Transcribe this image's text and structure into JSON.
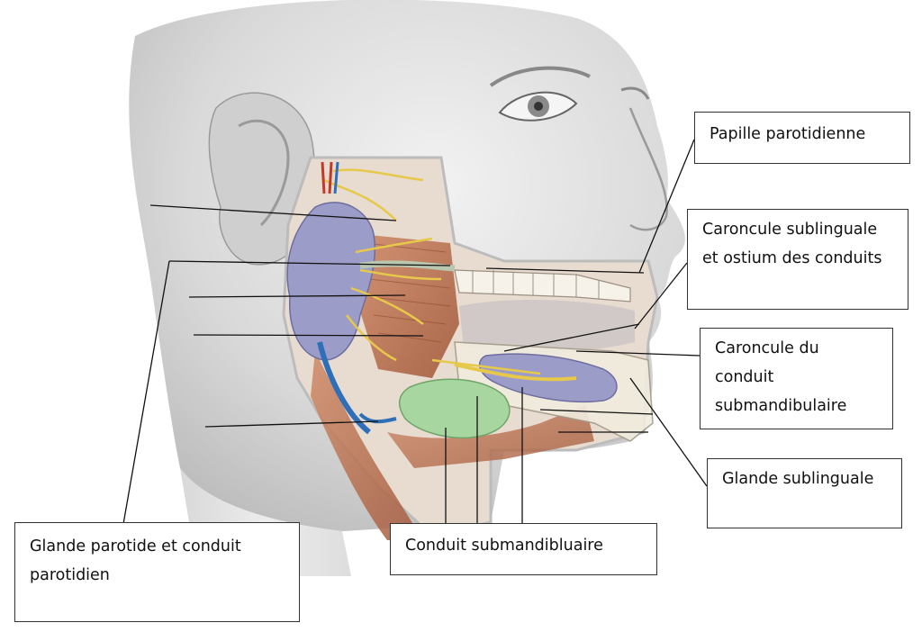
{
  "labels": {
    "papille": "Papille parotidienne",
    "caroncule_sublinguale": "Caroncule sublinguale et ostium des conduits",
    "caroncule_conduit": "Caroncule du conduit submandibulaire",
    "glande_sublinguale": "Glande sublinguale",
    "glande_parotide": "Glande parotide et conduit parotidien",
    "conduit_submandibulaire": "Conduit submandibluaire"
  },
  "colors": {
    "skin": "#d6d6d6",
    "muscle": "#b86b4a",
    "parotid_gland": "#9c9cc8",
    "submandibular_gland": "#a8d6a0",
    "nerve": "#e6c84a",
    "vein": "#2f6fb8",
    "artery": "#c43a2a"
  }
}
